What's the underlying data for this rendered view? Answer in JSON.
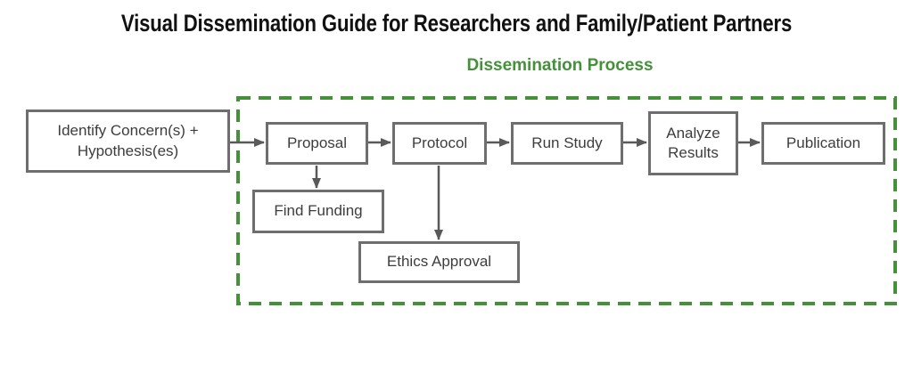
{
  "title": "Visual Dissemination Guide for Researchers and Family/Patient Partners",
  "section_label": "Dissemination Process",
  "colors": {
    "background": "#ffffff",
    "title_text": "#111111",
    "accent_green": "#44913a",
    "box_border": "#6e6e6e",
    "box_text": "#3d3d3d",
    "arrow": "#595959"
  },
  "nodes": [
    {
      "id": "identify",
      "label": "Identify Concern(s) + Hypothesis(es)",
      "inside_process": false
    },
    {
      "id": "proposal",
      "label": "Proposal",
      "inside_process": true
    },
    {
      "id": "protocol",
      "label": "Protocol",
      "inside_process": true
    },
    {
      "id": "run-study",
      "label": "Run Study",
      "inside_process": true
    },
    {
      "id": "analyze-results",
      "label": "Analyze Results",
      "inside_process": true
    },
    {
      "id": "publication",
      "label": "Publication",
      "inside_process": true
    },
    {
      "id": "find-funding",
      "label": "Find Funding",
      "inside_process": true
    },
    {
      "id": "ethics-approval",
      "label": "Ethics Approval",
      "inside_process": true
    }
  ],
  "edges": [
    {
      "from": "identify",
      "to": "proposal"
    },
    {
      "from": "proposal",
      "to": "protocol"
    },
    {
      "from": "protocol",
      "to": "run-study"
    },
    {
      "from": "run-study",
      "to": "analyze-results"
    },
    {
      "from": "analyze-results",
      "to": "publication"
    },
    {
      "from": "proposal",
      "to": "find-funding"
    },
    {
      "from": "protocol",
      "to": "ethics-approval"
    }
  ]
}
